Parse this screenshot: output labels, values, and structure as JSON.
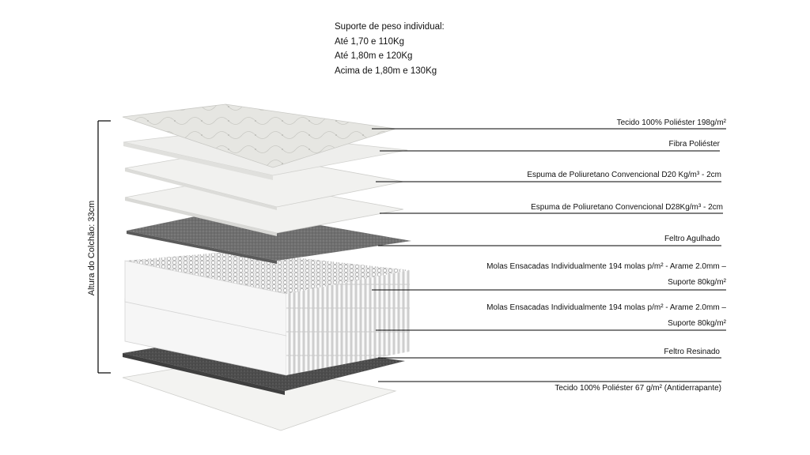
{
  "weight_support": {
    "title": "Suporte de peso individual:",
    "lines": [
      "Até 1,70 e 110Kg",
      "Até 1,80m e 120Kg",
      "Acima de 1,80m e 130Kg"
    ]
  },
  "height_label": "Altura do Colchão: 33cm",
  "layers": [
    {
      "label": "Tecido 100% Poliéster 198g/m²"
    },
    {
      "label": "Fibra Poliéster"
    },
    {
      "label": "Espuma de Poliuretano Convencional D20 Kg/m³ - 2cm"
    },
    {
      "label": "Espuma de Poliuretano Convencional D28Kg/m³ - 2cm"
    },
    {
      "label": "Feltro Agulhado"
    },
    {
      "label_line1": "Molas Ensacadas Individualmente 194 molas p/m² - Arame 2.0mm –",
      "label_line2": "Suporte 80kg/m²"
    },
    {
      "label_line1": "Molas Ensacadas Individualmente 194 molas p/m² - Arame 2.0mm –",
      "label_line2": "Suporte 80kg/m²"
    },
    {
      "label": "Feltro Resinado"
    },
    {
      "label": "Tecido 100% Poliéster 67 g/m² (Antiderrapante)"
    }
  ],
  "colors": {
    "top_fabric": "#e6e6e2",
    "fiber": "#eeeeec",
    "foam": "#f1f1ef",
    "needled_felt": "#6f6f6f",
    "resin_felt": "#4d4d4d",
    "spring_side": "#f4f4f4",
    "bottom_fabric": "#f3f3f1",
    "leader_line": "#000000"
  }
}
